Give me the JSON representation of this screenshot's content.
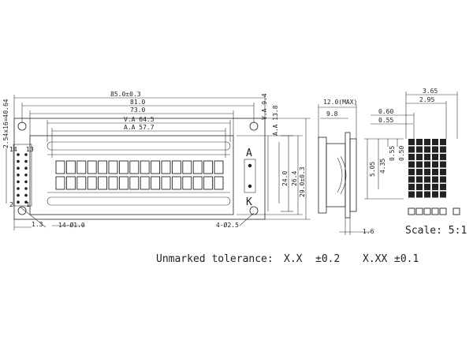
{
  "dimensions": {
    "outline_width": "85.0±0.3",
    "pcb_width": "81.0",
    "bezel_width": "73.0",
    "va_width": "V.A 64.5",
    "aa_width": "A.A 57.7",
    "va_height": "V.A 9.4",
    "aa_height": "A.A 13.8",
    "inner_height": "24.0",
    "bezel_height": "26.4",
    "outline_height": "29.0±0.3",
    "pin_pitch": "2.54x16=40.64",
    "pin_offset": "1.3",
    "pin_holes": "14-Ø1.0",
    "mount_holes": "4-Ø2.5",
    "pin_label_14": "14",
    "pin_label_13": "13",
    "pin_label_2": "2",
    "pin_label_1": "1",
    "anode": "A",
    "cathode": "K"
  },
  "side_view": {
    "max_thickness": "12.0(MAX)",
    "body_thickness": "9.8",
    "pin_length": "1.6"
  },
  "char_detail": {
    "char_width": "3.65",
    "dot_pitch_x": "2.95",
    "dot_w1": "0.60",
    "dot_w2": "0.55",
    "char_height": "5.05",
    "dot_area_h": "4.35",
    "dot_h1": "0.55",
    "dot_h2": "0.50"
  },
  "scale_label": "Scale: 5:1",
  "tolerance": {
    "label": "Unmarked tolerance:",
    "x_one": "X.X",
    "x_one_tol": "±0.2",
    "x_two": "X.XX",
    "x_two_tol": "±0.1"
  }
}
